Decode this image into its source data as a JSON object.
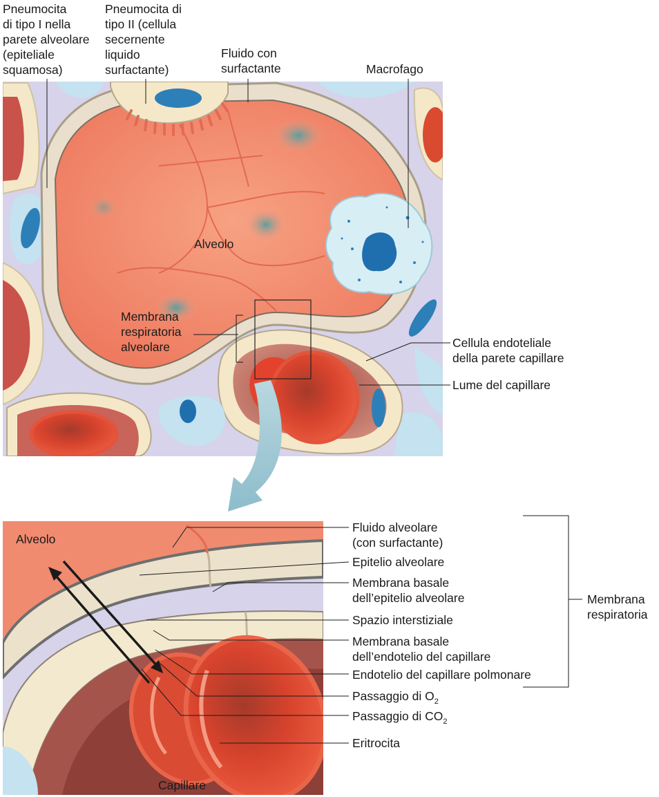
{
  "top_labels": {
    "pneumocita_1": "Pneumocita\ndi tipo I nella\nparete alveolare\n(epiteliale\nsquamosa)",
    "pneumocita_2": "Pneumocita di\ntipo II (cellula\nsecernente\nliquido\nsurfactante)",
    "fluido": "Fluido con\nsurfactante",
    "macrofago": "Macrofago",
    "alveolo": "Alveolo",
    "membrana_resp": "Membrana\nrespiratoria\nalveolare",
    "cellula_endoteliale": "Cellula endoteliale\ndella parete capillare",
    "lume": "Lume del capillare"
  },
  "bottom_labels": {
    "alveolo": "Alveolo",
    "capillare": "Capillare",
    "fluido_alveolare": "Fluido alveolare\n(con surfactante)",
    "epitelio": "Epitelio alveolare",
    "membrana_basale_epi": "Membrana basale\ndell’epitelio alveolare",
    "spazio": "Spazio interstiziale",
    "membrana_basale_endo": "Membrana basale\ndell’endotelio del capillare",
    "endotelio": "Endotelio del capillare polmonare",
    "passaggio_o2_prefix": "Passaggio di O",
    "passaggio_o2_sub": "2",
    "passaggio_co2_prefix": "Passaggio di CO",
    "passaggio_co2_sub": "2",
    "eritrocita": "Eritrocita",
    "bracket_label": "Membrana\nrespiratoria"
  }
}
